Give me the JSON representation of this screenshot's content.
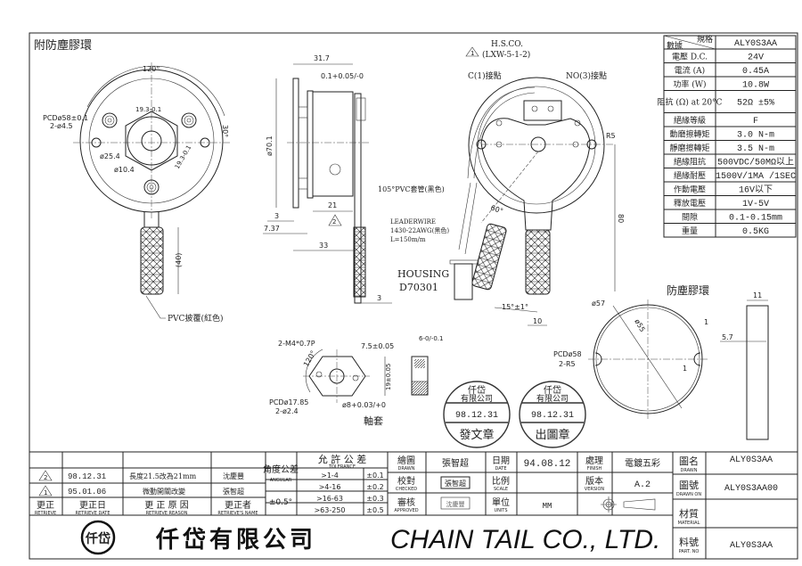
{
  "views": {
    "front": {
      "title": "附防塵膠環",
      "angle": "120°",
      "angle2": "30°",
      "pcd": "PCDø58±0.1",
      "holes": "2-ø4.5",
      "hex1": "19.3-0.1",
      "hex2": "19.3-0.1",
      "dia1": "ø25.4",
      "dia2": "ø10.4",
      "grip_len": "(40)",
      "pvc": "PVC披覆(紅色)"
    },
    "side": {
      "d1": "31.7",
      "d2": "0.1+0.05/-0",
      "dia": "ø70.1",
      "d3": "21",
      "d4": "3",
      "d5": "7.37",
      "d6": "33",
      "d7": "3",
      "rev_mark": "2"
    },
    "rear": {
      "hs": "H.S.CO.",
      "model": "(LXW-5-1-2)",
      "rev_mark": "1",
      "c1": "C(1)接點",
      "no3": "NO(3)接點",
      "r5": "R5",
      "sleeve": "105°PVC套管(黑色)",
      "wire1": "LEADERWIRE",
      "wire2": "1430-22AWG(黑色)",
      "wire3": "L=150m/m",
      "housing1": "HOUSING",
      "housing2": "D70301",
      "angle": "60°",
      "d80": "80",
      "tilt": "15°±1°",
      "d10": "10"
    },
    "ring": {
      "title": "防塵膠環",
      "d57": "ø57",
      "d55": "ø55",
      "t1": "1",
      "t2": "1",
      "pcd": "PCDø58",
      "r": "2-R5",
      "w": "11",
      "h": "5.7"
    },
    "sleeve": {
      "title": "軸套",
      "thread": "2-M4*0.7P",
      "angle": "120°",
      "w": "7.5±0.05",
      "h": "19±0.05",
      "bore": "ø8+0.03/+0",
      "pcd": "PCDø17.85",
      "holes": "2-ø2.4",
      "thk": "6-0/-0.1"
    }
  },
  "specs": {
    "header_left_top": "規格",
    "header_left_bottom": "數據",
    "header_value": "ALY0S3AA",
    "rows": [
      {
        "label": "電壓  D.C.",
        "value": "24V"
      },
      {
        "label": "電流  (A)",
        "value": "0.45A"
      },
      {
        "label": "功率  (W)",
        "value": "10.8W"
      },
      {
        "label": "阻抗 (Ω) at 20°C",
        "value": "52Ω ±5%"
      },
      {
        "label": "絕緣等級",
        "value": "F"
      },
      {
        "label": "動磨擦轉矩",
        "value": "3.0 N-m"
      },
      {
        "label": "靜磨擦轉矩",
        "value": "3.5 N-m"
      },
      {
        "label": "絕緣阻抗",
        "value": "500VDC/50MΩ以上"
      },
      {
        "label": "絕緣耐壓",
        "value": "1500V/1MA /1SEC"
      },
      {
        "label": "作動電壓",
        "value": "16V以下"
      },
      {
        "label": "釋放電壓",
        "value": "1V-5V"
      },
      {
        "label": "間隙",
        "value": "0.1-0.15mm"
      },
      {
        "label": "重量",
        "value": "0.5KG"
      }
    ]
  },
  "stamps": [
    {
      "line1": "仟岱",
      "line2": "有限公司",
      "date": "98.12.31",
      "line3": "發文章"
    },
    {
      "line1": "仟岱",
      "line2": "有限公司",
      "date": "98.12.31",
      "line3": "出圖章"
    }
  ],
  "revisions": {
    "rows": [
      {
        "mark": "2",
        "date": "98.12.31",
        "reason": "長度21.5改為21mm",
        "name": "沈慶豐"
      },
      {
        "mark": "1",
        "date": "95.01.06",
        "reason": "微動開關改變",
        "name": "張智超"
      }
    ],
    "headers": [
      {
        "zh": "更正",
        "en": "RETRIEVE"
      },
      {
        "zh": "更正日",
        "en": "RETRIEVE DATE"
      },
      {
        "zh": "更 正 原 因",
        "en": "RETRIEVE  REASON"
      },
      {
        "zh": "更正者",
        "en": "RETRIEVE'S NAME"
      }
    ]
  },
  "tolerance": {
    "angular_zh": "角度公差",
    "angular_en": "ANGULAR",
    "angular_value": "±0.5°",
    "title_zh": "允 許 公 差",
    "title_en": "TOLERANCE",
    "rows": [
      {
        "range": ">1-4",
        "value": "±0.1"
      },
      {
        "range": ">4-16",
        "value": "±0.2"
      },
      {
        "range": ">16-63",
        "value": "±0.3"
      },
      {
        "range": ">63-250",
        "value": "±0.5"
      }
    ]
  },
  "title_block": {
    "drawn_zh": "繪圖",
    "drawn_en": "DRAWN",
    "drawn_by": "張智超",
    "checked_zh": "校對",
    "checked_en": "CHECKED",
    "checked_by": "張智超",
    "approved_zh": "審核",
    "approved_en": "APPROVED",
    "approved_by": "沈慶豐",
    "date_zh": "日期",
    "date_en": "DATE",
    "date": "94.08.12",
    "scale_zh": "比例",
    "scale_en": "SCALE",
    "scale": "",
    "units_zh": "單位",
    "units_en": "UNITS",
    "units": "MM",
    "finish_zh": "處理",
    "finish_en": "FINISH",
    "finish": "電鍍五彩",
    "version_zh": "版本",
    "version_en": "VERSION",
    "version": "A.2",
    "name_zh": "圖名",
    "name_en": "DRAWN",
    "name": "ALY0S3AA",
    "number_zh": "圖號",
    "number_en": "DRAWN ON",
    "number": "ALY0S3AA00",
    "material_zh": "材質",
    "material_en": "MATERIAL",
    "material": "",
    "part_zh": "料號",
    "part_en": "PART. NO",
    "part": "ALY0S3AA",
    "logo": "仟岱",
    "company_zh": "仟岱有限公司",
    "company_en": "CHAIN TAIL CO., LTD."
  }
}
